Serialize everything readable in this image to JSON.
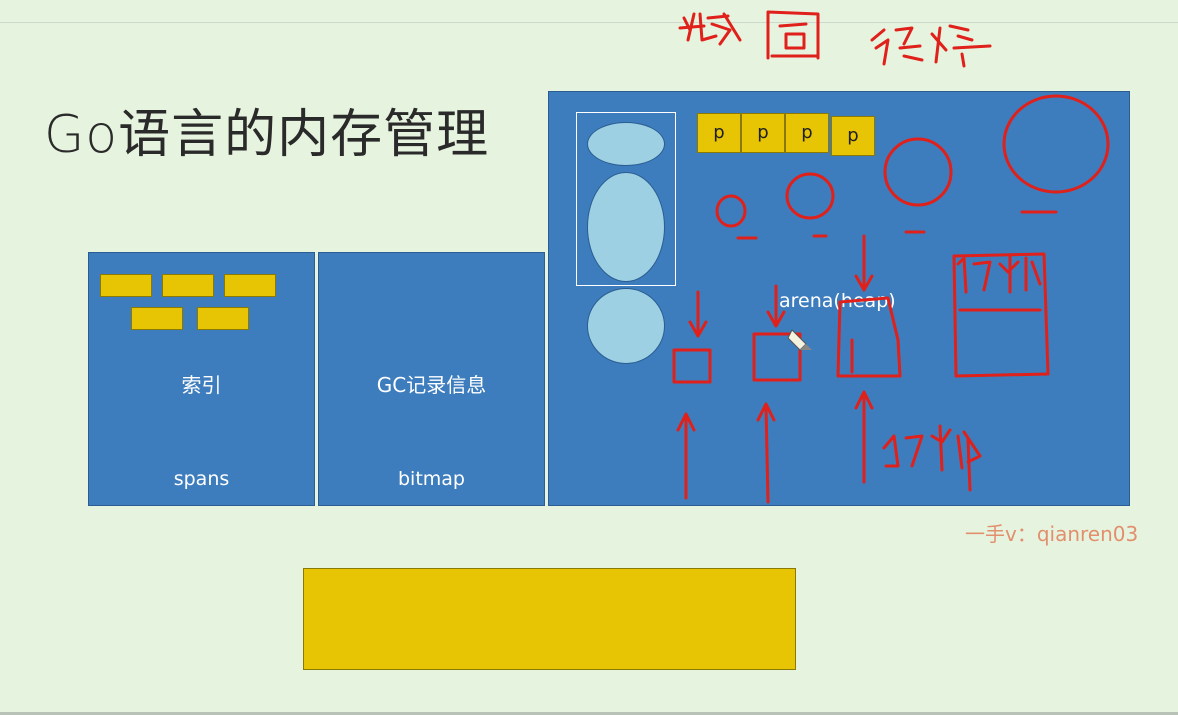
{
  "slide": {
    "title": "Go语言的内存管理"
  },
  "spans_panel": {
    "center_label": "索引",
    "bottom_label": "spans"
  },
  "bitmap_panel": {
    "center_label": "GC记录信息",
    "bottom_label": "bitmap"
  },
  "arena_panel": {
    "label": "arena(heap)",
    "p_boxes": [
      "p",
      "p",
      "p",
      "p"
    ]
  },
  "watermark": {
    "text": "一手v：qianren03"
  },
  "colors": {
    "background": "#e6f4df",
    "panel_blue": "#3d7dbd",
    "block_yellow": "#e7c505",
    "ellipse_blue": "#9cd0e2",
    "ink_red": "#e0201a",
    "watermark": "#e28f6e"
  }
}
